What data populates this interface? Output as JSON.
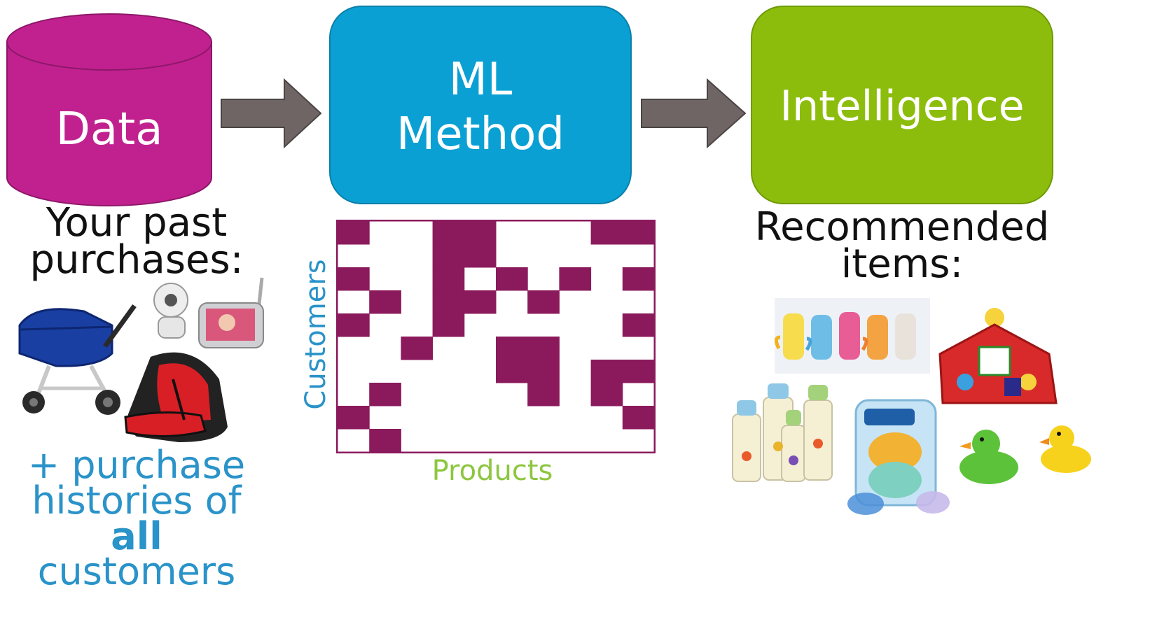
{
  "stages": {
    "data": {
      "label": "Data",
      "color": "#c1218f"
    },
    "ml": {
      "line1": "ML",
      "line2": "Method",
      "color": "#0aa0d3"
    },
    "intel": {
      "label": "Intelligence",
      "color": "#8cbd0c"
    }
  },
  "arrow_color": "#6f6565",
  "left": {
    "caption_line1": "Your past",
    "caption_line2": "purchases:",
    "note_line1": "+ purchase",
    "note_line2": "histories of",
    "note_line3": "all",
    "note_line4": "customers",
    "note_color": "#2a93c9",
    "items": [
      "stroller-icon",
      "baby-monitor-icon",
      "car-seat-icon"
    ]
  },
  "matrix": {
    "y_label": "Customers",
    "x_label": "Products",
    "fill_color": "#8b1a5c",
    "cells": [
      [
        1,
        0,
        0,
        1,
        1,
        0,
        0,
        0,
        1,
        1
      ],
      [
        0,
        0,
        0,
        1,
        1,
        0,
        0,
        0,
        0,
        0
      ],
      [
        1,
        0,
        0,
        1,
        0,
        1,
        0,
        1,
        0,
        1
      ],
      [
        0,
        1,
        0,
        1,
        1,
        0,
        1,
        0,
        0,
        0
      ],
      [
        1,
        0,
        0,
        1,
        0,
        0,
        0,
        0,
        0,
        1
      ],
      [
        0,
        0,
        1,
        0,
        0,
        1,
        1,
        0,
        0,
        0
      ],
      [
        0,
        0,
        0,
        0,
        0,
        1,
        1,
        0,
        1,
        1
      ],
      [
        0,
        1,
        0,
        0,
        0,
        0,
        1,
        0,
        1,
        0
      ],
      [
        1,
        0,
        0,
        0,
        0,
        0,
        0,
        0,
        0,
        1
      ],
      [
        0,
        1,
        0,
        0,
        0,
        0,
        0,
        0,
        0,
        0
      ]
    ]
  },
  "right": {
    "caption_line1": "Recommended",
    "caption_line2": "items:",
    "items": [
      "bottles-icon",
      "toy-barn-icon",
      "baby-bottles-icon",
      "pacifier-package-icon",
      "rubber-duck-icon"
    ]
  }
}
